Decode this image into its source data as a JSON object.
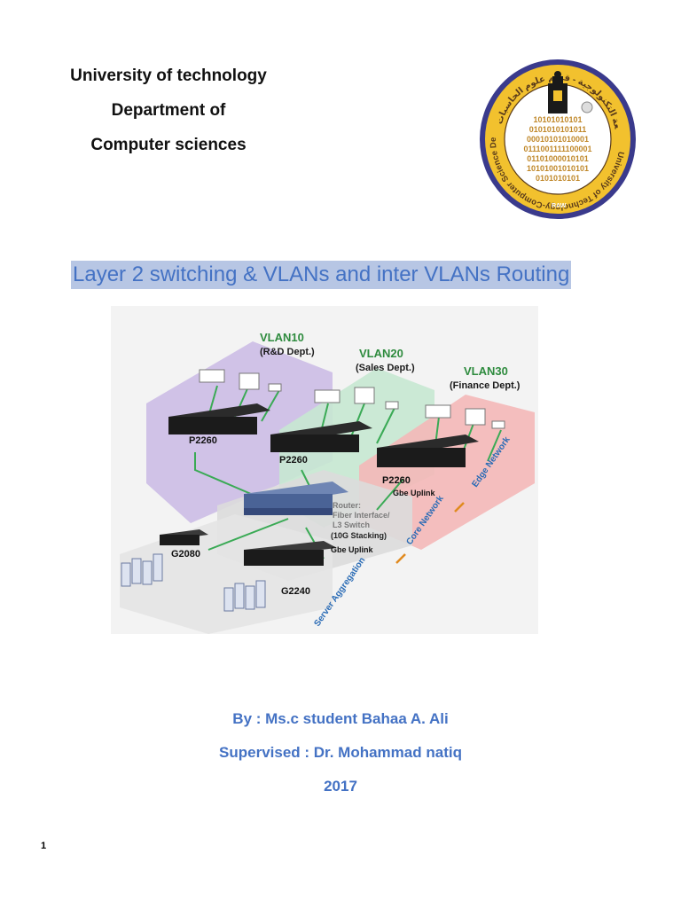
{
  "header": {
    "lines": [
      "University of technology",
      "Department of",
      "Computer sciences"
    ]
  },
  "seal": {
    "ring_text": "University of Technology-Computer Science Department",
    "arabic_text": "الجامعة التكنولوجية - قسم علوم الحاسبات",
    "binary_rows": [
      "10101010101",
      "0101010101011",
      "00010101010001",
      "0111001111100001",
      "01101000010101",
      "10101001010101",
      "0101010101"
    ],
    "colors": {
      "ring": "#3a3a8c",
      "inner": "#f2c12e",
      "text": "#5a3b1a"
    }
  },
  "title": {
    "text": "Layer 2 switching & VLANs and inter VLANs Routing",
    "color": "#4472c4",
    "highlight": "#b7c6e4"
  },
  "diagram": {
    "vlans": [
      {
        "name": "VLAN10",
        "dept": "(R&D Dept.)",
        "switch": "P2260",
        "color": "#c9b8e4"
      },
      {
        "name": "VLAN20",
        "dept": "(Sales Dept.)",
        "switch": "P2260",
        "color": "#c6e8d2"
      },
      {
        "name": "VLAN30",
        "dept": "(Finance Dept.)",
        "switch": "P2260",
        "color": "#f4b8b8"
      }
    ],
    "router_label": [
      "Router:",
      "Fiber Interface/",
      "L3 Switch"
    ],
    "stacking_label": "(10G Stacking)",
    "uplink_labels": [
      "Gbe Uplink",
      "Gbe Uplink"
    ],
    "server_switches": [
      "G2080",
      "G2240"
    ],
    "layer_labels": [
      "Edge Network",
      "Core Network",
      "Server Aggregation"
    ],
    "colors": {
      "vlan_text": "#2e8b3e",
      "layer_text": "#2a6bb5",
      "arrow": "#e08a1e",
      "link": "#3aaa55"
    }
  },
  "credits": {
    "author": "By : Ms.c student Bahaa A. Ali",
    "supervisor": "Supervised : Dr. Mohammad natiq",
    "year": "2017"
  },
  "page_number": "1"
}
